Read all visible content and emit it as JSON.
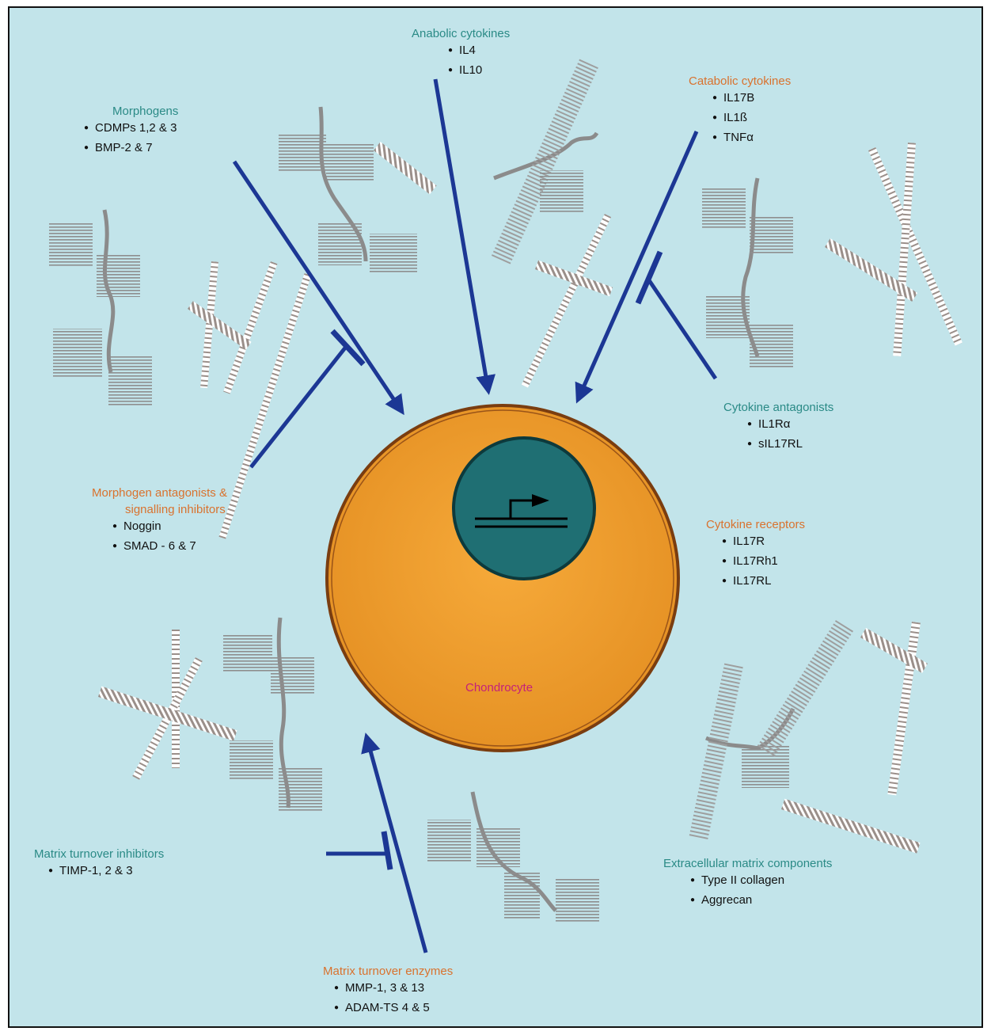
{
  "anabolic": {
    "title": "Anabolic cytokines",
    "items": [
      "IL4",
      "IL10"
    ]
  },
  "catabolic": {
    "title": "Catabolic cytokines",
    "items": [
      "IL17B",
      "IL1ß",
      "TNFα"
    ]
  },
  "morphogens": {
    "title": "Morphogens",
    "items": [
      "CDMPs 1,2 & 3",
      "BMP-2 & 7"
    ]
  },
  "cytokine_antagonists": {
    "title": "Cytokine antagonists",
    "items": [
      "IL1Rα",
      "sIL17RL"
    ]
  },
  "morphogen_antagonists": {
    "title_line1": "Morphogen antagonists &",
    "title_line2": "signalling inhibitors",
    "items": [
      "Noggin",
      "SMAD - 6 & 7"
    ]
  },
  "cytokine_receptors": {
    "title": "Cytokine receptors",
    "items": [
      "IL17R",
      "IL17Rh1",
      "IL17RL"
    ]
  },
  "cell": {
    "label": "Chondrocyte"
  },
  "matrix_inhibitors": {
    "title": "Matrix turnover inhibitors",
    "items": [
      "TIMP-1, 2 & 3"
    ]
  },
  "ecm": {
    "title": "Extracellular matrix components",
    "items": [
      "Type II collagen",
      "Aggrecan"
    ]
  },
  "matrix_enzymes": {
    "title": "Matrix turnover enzymes",
    "items": [
      "MMP-1, 3 & 13",
      "ADAM-TS 4 & 5"
    ]
  },
  "colors": {
    "background": "#c2e4ea",
    "cell": "#ec9a2c",
    "nucleus": "#1f6f73",
    "arrow": "#1c3794",
    "teal_text": "#2a8a86",
    "orange_text": "#d9722e",
    "cell_label": "#c4207a"
  }
}
